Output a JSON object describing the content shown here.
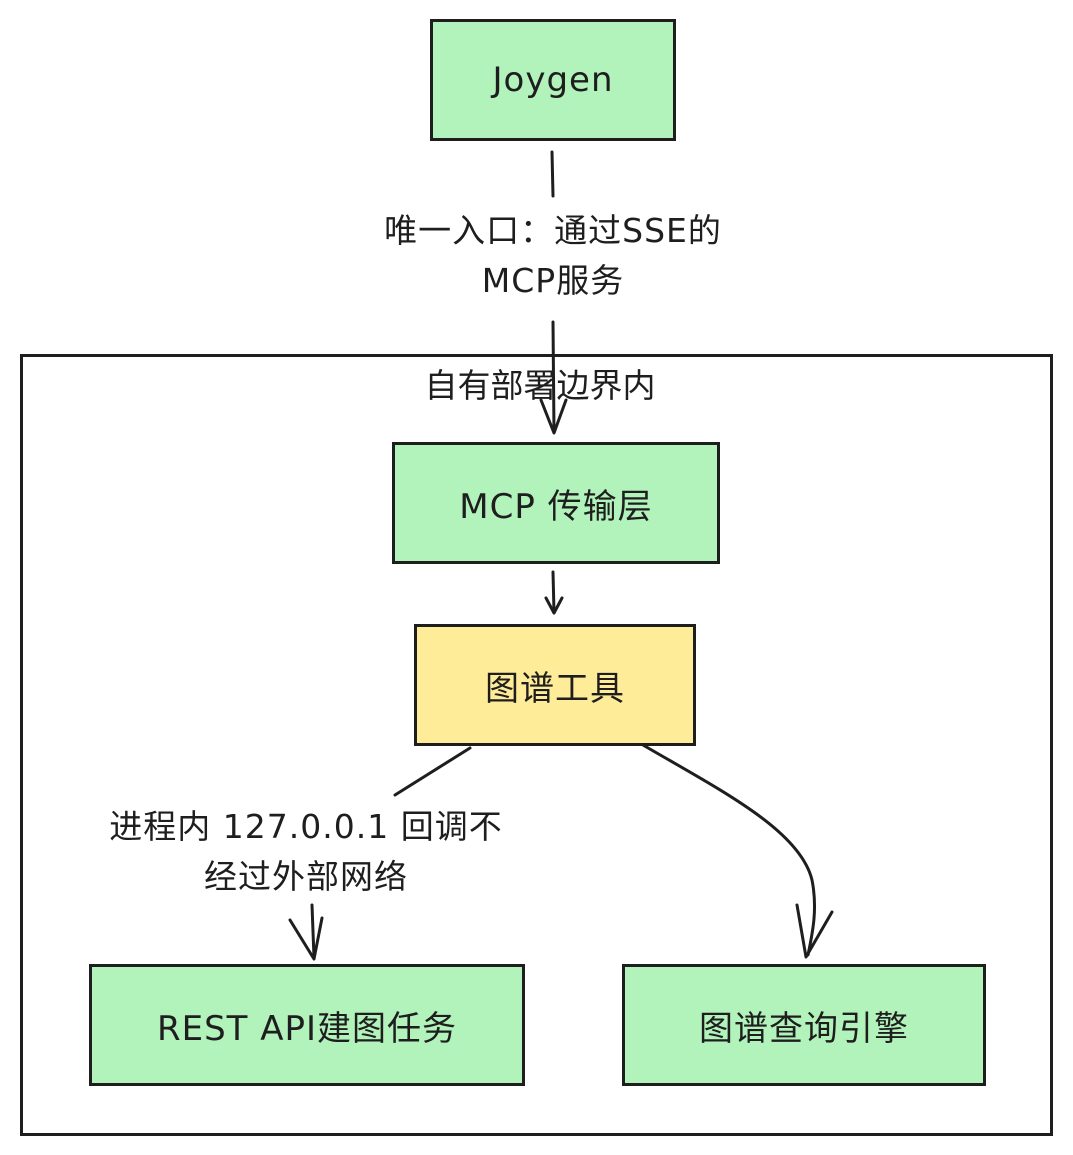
{
  "colors": {
    "stroke": "#1e1e1e",
    "green_fill": "#b2f2bb",
    "yellow_fill": "#ffec99",
    "background": "#ffffff"
  },
  "nodes": {
    "joygen": "Joygen",
    "mcp_transport": "MCP 传输层",
    "graph_tools": "图谱工具",
    "rest_api": "REST API建图任务",
    "graph_query": "图谱查询引擎"
  },
  "group": {
    "title": "自有部署边界内"
  },
  "edges": {
    "joygen_to_mcp": {
      "label_line1": "唯一入口：通过SSE的",
      "label_line2": "MCP服务"
    },
    "tools_to_rest": {
      "label_line1": "进程内 127.0.0.1 回调不",
      "label_line2": "经过外部网络"
    }
  }
}
